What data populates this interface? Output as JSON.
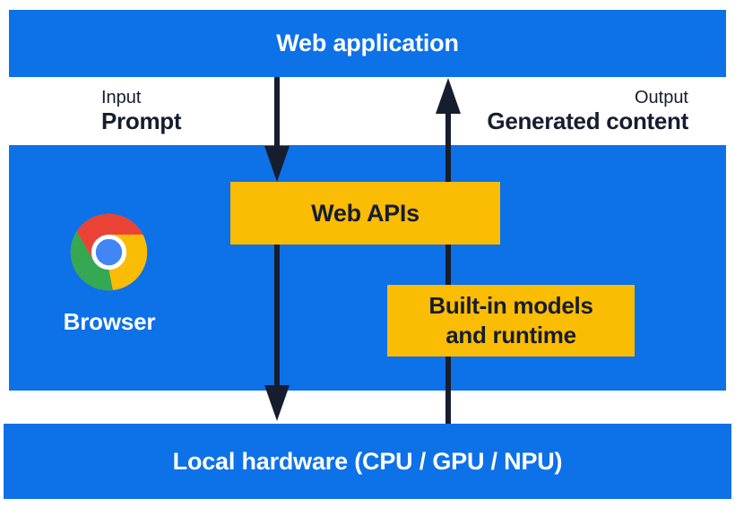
{
  "title_bar": {
    "label": "Web application"
  },
  "flow_left": {
    "label": "Input",
    "sublabel": "Prompt"
  },
  "flow_right": {
    "label": "Output",
    "sublabel": "Generated content"
  },
  "browser": {
    "label": "Browser",
    "icon": "chrome-logo-icon"
  },
  "web_apis_box": {
    "label": "Web APIs"
  },
  "builtin_box": {
    "line1": "Built-in models",
    "line2": "and runtime"
  },
  "hardware_bar": {
    "label": "Local hardware (CPU / GPU / NPU)"
  },
  "colors": {
    "section_blue": "#0D71E8",
    "accent_yellow": "#FBBC04",
    "ink_dark_navy": "#161D2F",
    "chrome_red": "#EA4335",
    "chrome_yellow": "#FBBC05",
    "chrome_green": "#34A853",
    "chrome_blue": "#4285F4",
    "text_white": "#FFFFFF"
  }
}
